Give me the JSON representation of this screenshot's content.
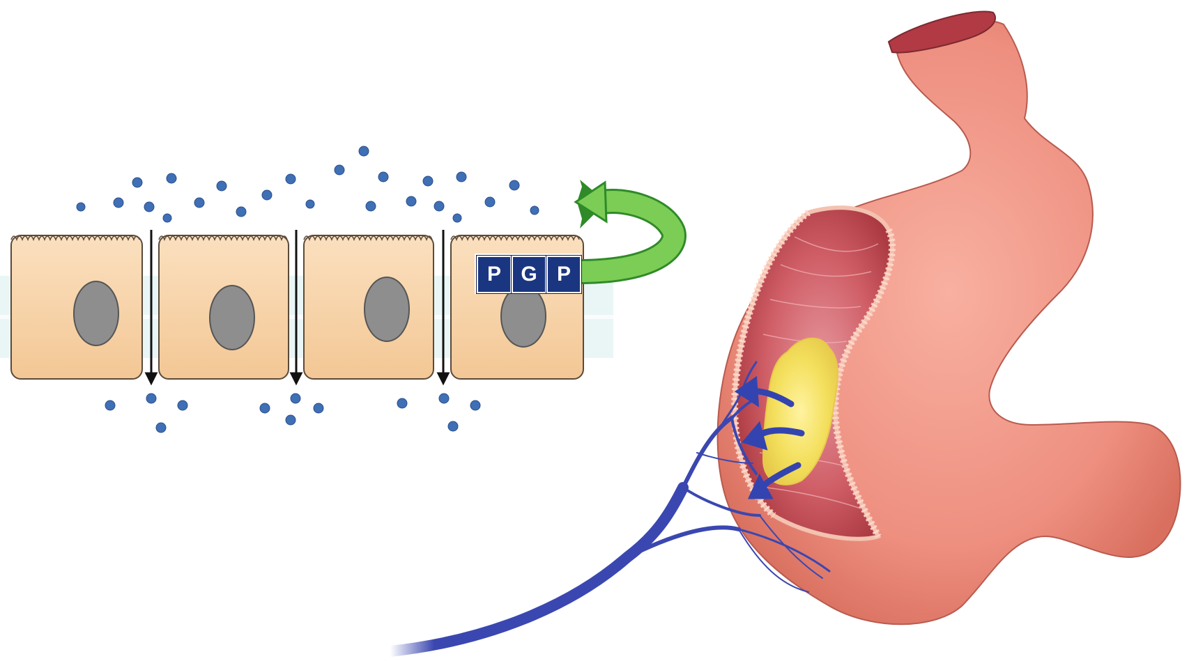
{
  "pgp_label": {
    "letters": [
      "P",
      "G",
      "P"
    ]
  },
  "colors": {
    "cell_fill": "#f6d1a6",
    "cell_outline": "#5a4a3a",
    "nucleus": "#8e8e8e",
    "molecule": "#3f6fb5",
    "pgp_box": "#1b3680",
    "efflux_arrow": "#6cc04a",
    "intestine_outer": "#ee9484",
    "intestine_inner": "#c9484e",
    "drug_mass": "#f3e066",
    "vessel": "#3b47b0"
  },
  "icons": {
    "efflux_arrow": "curved-arrow-left",
    "absorption_arrows": "arrow-right"
  }
}
